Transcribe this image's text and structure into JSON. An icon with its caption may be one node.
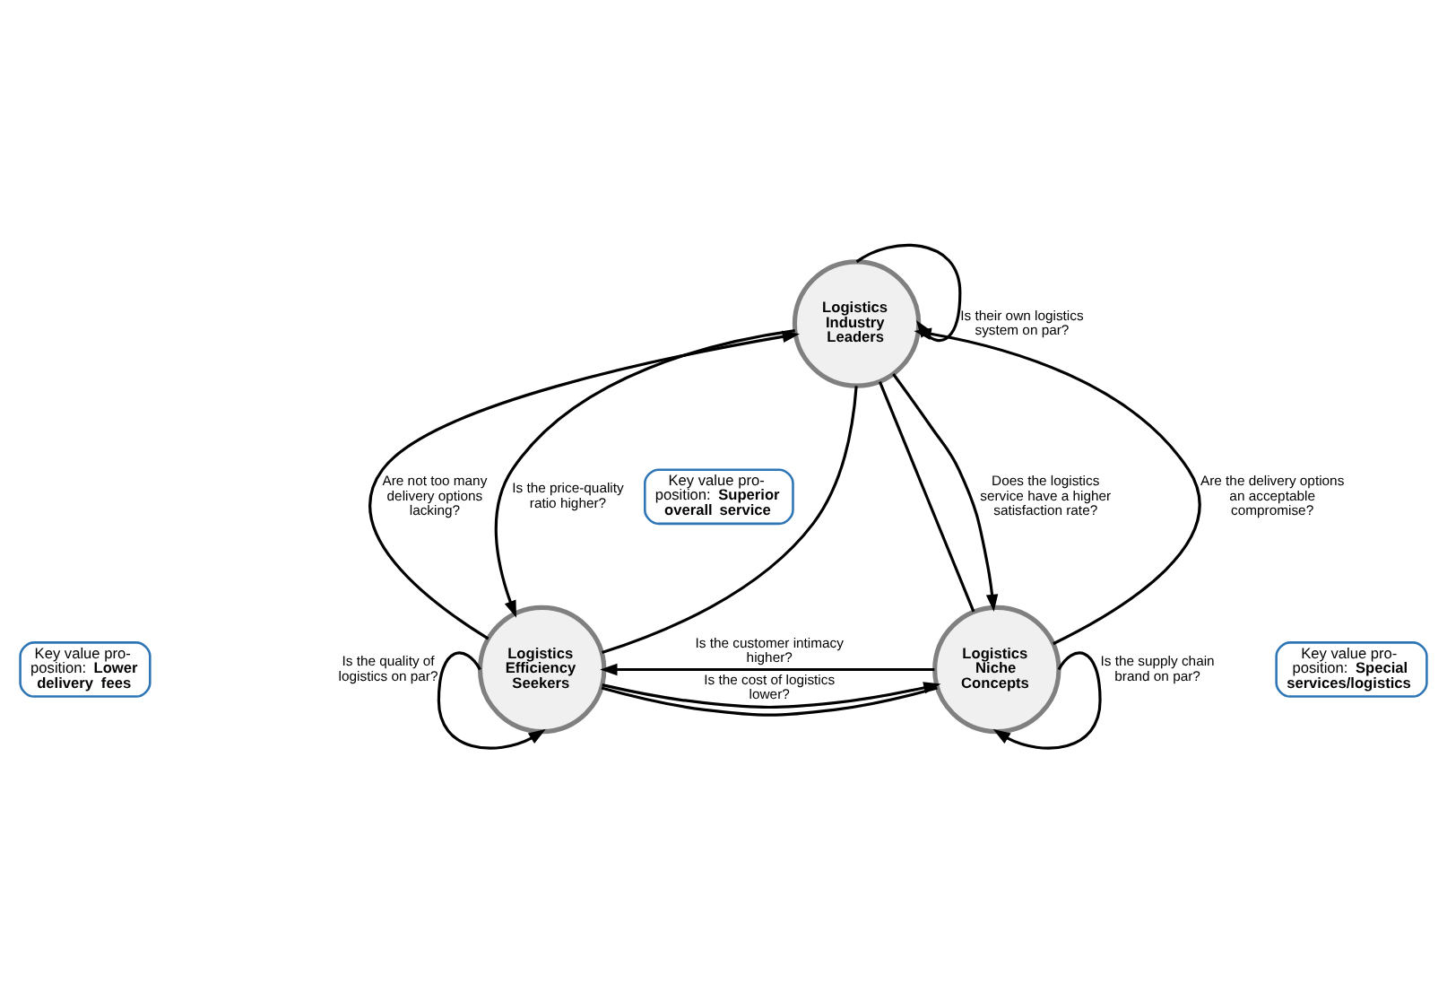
{
  "diagram": {
    "nodes": [
      {
        "text": [
          "Logistics Industry Leaders"
        ]
      },
      {
        "text": [
          "Key value pro- position: **Superior overall service**"
        ]
      },
      {
        "text": [
          "Key value pro- position: **Lower delivery fees**"
        ]
      },
      {
        "text": [
          "Logistics Efficiency Seekers"
        ]
      },
      {
        "text": [
          "Logistics Niche Concepts"
        ]
      },
      {
        "text": [
          "Key value pro- position: **Special services/logistics**"
        ]
      }
    ],
    "edges": [
      {
        "from": 0,
        "to": 3,
        "arrow": "none"
      },
      {
        "from": 0,
        "to": 4,
        "arrow": "none"
      },
      {
        "from": 3,
        "to": 4,
        "arrow": "none"
      },
      {
        "from": 0,
        "to": 0,
        "arrow": "to",
        "label": "Is their own logistics system on par?"
      },
      {
        "from": 0,
        "to": 3,
        "arrow": "to",
        "label": "Is the price-quality ratio higher?"
      },
      {
        "from": 3,
        "to": 0,
        "arrow": "to",
        "label": "Are not too many delivery options lacking?"
      },
      {
        "from": 4,
        "to": 0,
        "arrow": "to",
        "label": "Are the delivery options an acceptable compromise?"
      },
      {
        "from": 0,
        "to": 4,
        "arrow": "to",
        "label": "Does the logistics service have a higher satisfaction rate?"
      },
      {
        "from": 3,
        "to": 4,
        "arrow": "to",
        "label": "Is the cost of logistics lower?"
      },
      {
        "from": 4,
        "to": 3,
        "arrow": "to",
        "label": "Is the customer intimacy higher?"
      },
      {
        "from": 3,
        "to": 3,
        "arrow": "to",
        "label": "Is the quality of logistics on par?"
      },
      {
        "from": 4,
        "to": 4,
        "arrow": "to",
        "label": "Is the supply chain brand on par?"
      }
    ]
  }
}
